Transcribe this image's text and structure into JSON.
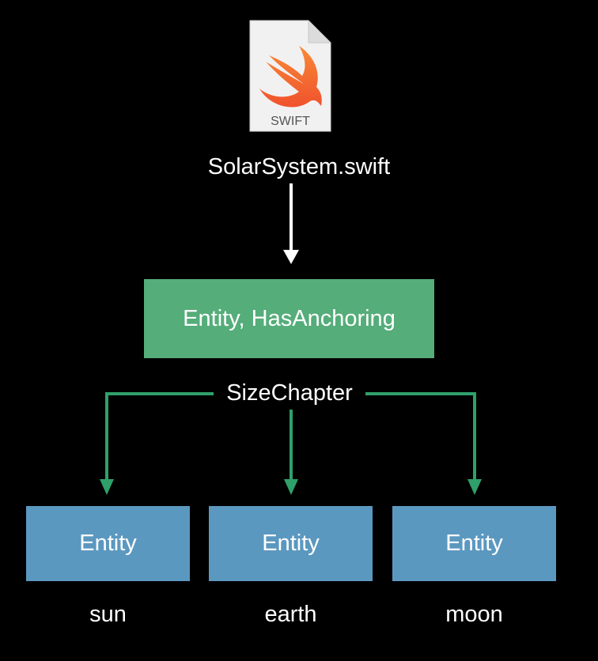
{
  "file": {
    "icon": "swift-file-icon",
    "badge_text": "SWIFT",
    "name": "SolarSystem.swift"
  },
  "root": {
    "label": "Entity, HasAnchoring"
  },
  "relation": {
    "label": "SizeChapter"
  },
  "children": [
    {
      "box_label": "Entity",
      "name": "sun"
    },
    {
      "box_label": "Entity",
      "name": "earth"
    },
    {
      "box_label": "Entity",
      "name": "moon"
    }
  ],
  "colors": {
    "background": "#000000",
    "root_fill": "#55ad7a",
    "child_fill": "#5b98c0",
    "connector_green": "#2fa06a",
    "arrow_white": "#ffffff",
    "swift_orange": "#f0522d"
  }
}
